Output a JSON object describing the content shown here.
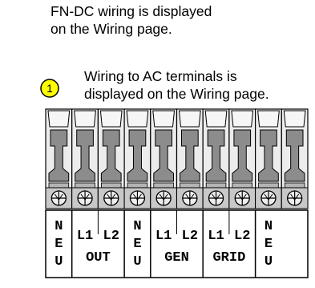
{
  "notes": {
    "fn_dc": "FN-DC wiring is displayed\non the Wiring page.",
    "ac_terminals": "Wiring to AC terminals is\ndisplayed on the Wiring page."
  },
  "callout": {
    "number": "1",
    "fill": "#ffff00"
  },
  "terminal_block": {
    "terminal_count": 10,
    "groups": [
      {
        "id": "neu1",
        "slots": 1,
        "lines": [
          "",
          "",
          ""
        ],
        "letters": [
          "N",
          "E",
          "U"
        ]
      },
      {
        "id": "out",
        "slots": 2,
        "terms": [
          "L1",
          "L2"
        ],
        "name": "OUT"
      },
      {
        "id": "neu2",
        "slots": 1,
        "letters": [
          "N",
          "E",
          "U"
        ]
      },
      {
        "id": "gen",
        "slots": 2,
        "terms": [
          "L1",
          "L2"
        ],
        "name": "GEN"
      },
      {
        "id": "grid",
        "slots": 2,
        "terms": [
          "L1",
          "L2"
        ],
        "name": "GRID"
      },
      {
        "id": "neu3",
        "slots": 1,
        "letters": [
          "N",
          "E",
          "U"
        ]
      }
    ]
  },
  "colors": {
    "terminal_light": "#ececec",
    "terminal_dark": "#8c8c8c",
    "screw_band": "#c8c8c8",
    "outline": "#000000"
  }
}
